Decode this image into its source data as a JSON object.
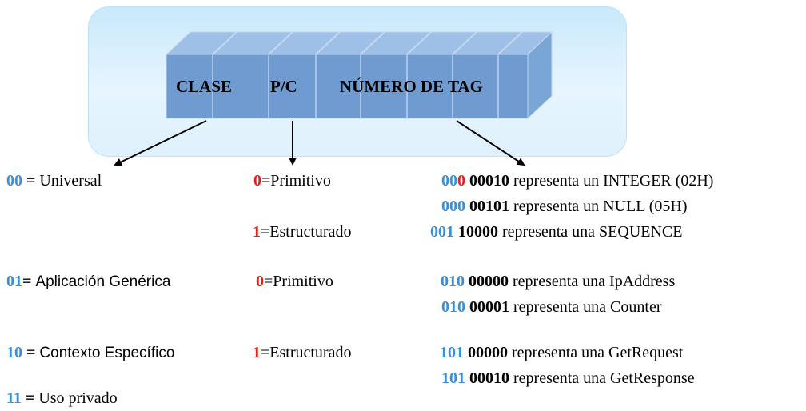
{
  "block": {
    "labels": {
      "clase": "CLASE",
      "pc": "P/C",
      "tag": "NÚMERO DE TAG"
    },
    "colors": {
      "front": "#6f9bd0",
      "top": "#9ebfe5",
      "side": "#7da7d8",
      "divider": "#a7c4e8"
    }
  },
  "classes": [
    {
      "code": "00",
      "sep": " = ",
      "name": "Universal"
    },
    {
      "code": "01",
      "sep": "= ",
      "name": "Aplicación Genérica"
    },
    {
      "code": "10",
      "sep": " = ",
      "name": "Contexto Específico"
    },
    {
      "code": "11",
      "sep": " = ",
      "name": "Uso privado"
    }
  ],
  "pc": [
    {
      "bit": "0",
      "text": "=Primitivo"
    },
    {
      "bit": "1",
      "text": "=Estructurado"
    },
    {
      "bit": "0",
      "text": "=Primitivo"
    },
    {
      "bit": "1",
      "text": "=Estructurado"
    }
  ],
  "tags": [
    {
      "blue": "00",
      "red": "0",
      "bits": "00010",
      "text": " representa un INTEGER (02H)"
    },
    {
      "blue": "000",
      "red": "",
      "bits": "00101",
      "text": " representa un NULL (05H)"
    },
    {
      "blue": "001",
      "red": "",
      "bits": "10000",
      "text": " representa una SEQUENCE"
    },
    {
      "blue": "010",
      "red": "",
      "bits": "00000",
      "text": " representa una IpAddress"
    },
    {
      "blue": "010",
      "red": "",
      "bits": "00001",
      "text": " representa una Counter"
    },
    {
      "blue": "101",
      "red": "",
      "bits": "00000",
      "text": " representa una GetRequest"
    },
    {
      "blue": "101",
      "red": "",
      "bits": "00010",
      "text": " representa una GetResponse"
    }
  ]
}
